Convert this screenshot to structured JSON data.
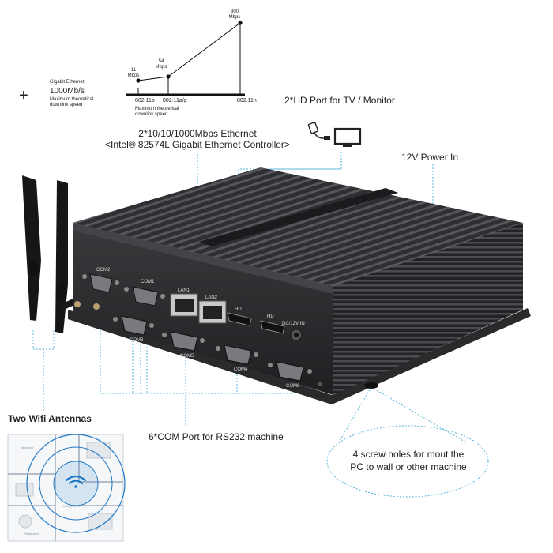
{
  "speed_chart": {
    "gigabit_title": "Gigabit Ethernet",
    "gigabit_speed": "1000Mb/s",
    "gigabit_desc_1": "Maximum theoretical",
    "gigabit_desc_2": "downlink speed",
    "plus_sign": "+",
    "point_11": "11\nMbps",
    "point_54": "54\nMbps",
    "point_300": "300\nMbps",
    "x_labels": [
      "802.11b",
      "802.11a/g",
      "802.11n"
    ],
    "footer_1": "Maximum theoretical",
    "footer_2": "downlink speed"
  },
  "callouts": {
    "hd_port": "2*HD Port for TV / Monitor",
    "ethernet_1": "2*10/10/1000Mbps Ethernet",
    "ethernet_2": "<Intel® 82574L Gigabit Ethernet Controller>",
    "power": "12V Power In",
    "wifi": "Two Wifi Antennas",
    "com": "6*COM Port for RS232 machine",
    "screw_1": "4 screw holes for mout the",
    "screw_2": "PC to wall or other machine"
  },
  "port_labels": {
    "com2": "COM2",
    "com1": "COM1",
    "lan1": "LAN1",
    "lan2": "LAN2",
    "hd1": "HD",
    "hd2": "HD",
    "dc": "DC/12V IN",
    "com3": "COM3",
    "com4": "COM4",
    "com5": "COM5",
    "com6": "COM6"
  },
  "floorplan_labels": {
    "room_a": "Bedroom",
    "room_b": "Living room",
    "room_c": "Restaurant"
  },
  "colors": {
    "leader_line": "#5ab4dc",
    "wifi_blue": "#1e78c8",
    "chassis": "#2b2b2e"
  },
  "icons": {
    "hdmi_cable": "hdmi-cable-icon",
    "monitor": "monitor-icon",
    "wifi": "wifi-icon"
  }
}
